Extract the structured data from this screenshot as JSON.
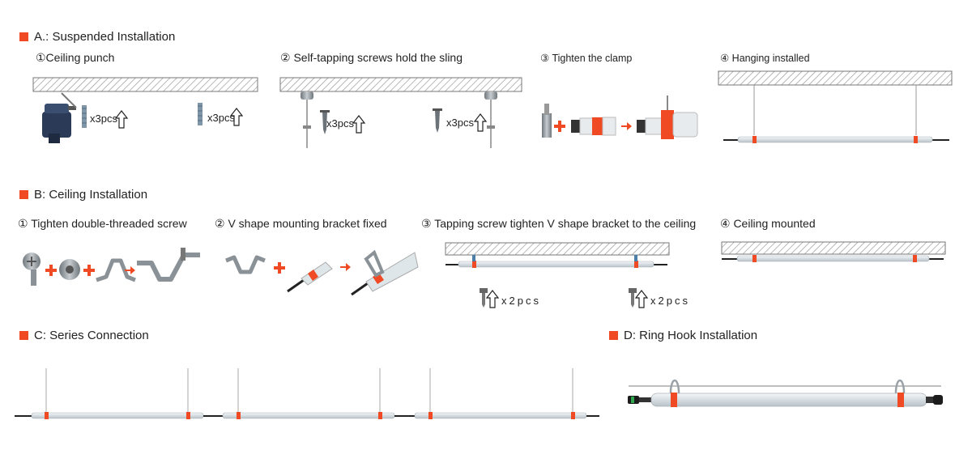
{
  "sections": {
    "a": {
      "title": "A.:  Suspended Installation",
      "steps": [
        "①Ceiling punch",
        "② Self-tapping screws hold the sling",
        "③ Tighten the clamp",
        "④  Hanging installed"
      ],
      "qty1": "x3pcs",
      "qty2": "x3pcs",
      "qty3": "x3pcs",
      "qty4": "x3pcs"
    },
    "b": {
      "title": "B: Ceiling Installation",
      "steps": [
        "① Tighten double-threaded screw",
        "② V shape mounting bracket fixed",
        "③ Tapping screw tighten V shape bracket to the ceiling",
        "④  Ceiling mounted"
      ],
      "qty1": "x2pcs",
      "qty2": "x2pcs"
    },
    "c": {
      "title": "C: Series Connection"
    },
    "d": {
      "title": "D: Ring Hook Installation"
    }
  },
  "colors": {
    "accent": "#ef4a23",
    "tube": "#dfe6ea",
    "metal": "#8f979c"
  },
  "icons": [
    "drill-icon",
    "anchor-plug-icon",
    "up-arrow-icon",
    "screw-icon",
    "plus-icon",
    "right-arrow-icon",
    "clamp-icon",
    "bracket-icon",
    "ring-hook-icon"
  ]
}
